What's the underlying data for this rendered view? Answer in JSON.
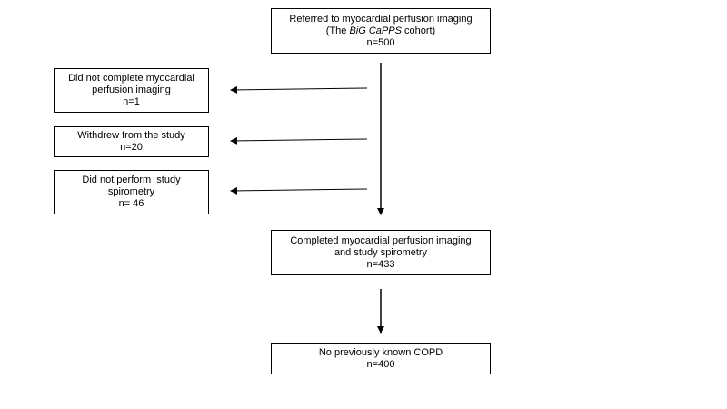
{
  "boxes": {
    "referred": {
      "line1": "Referred to myocardial perfusion imaging",
      "line2_prefix": "(The ",
      "line2_italic": "BiG CaPPS",
      "line2_suffix": " cohort)",
      "line3": "n=500"
    },
    "not_complete_mpi": {
      "line1": "Did not complete myocardial",
      "line2": "perfusion imaging",
      "line3": "n=1"
    },
    "withdrew": {
      "line1": "Withdrew from the study",
      "line2": "n=20"
    },
    "no_spirometry": {
      "line1": "Did not perform  study",
      "line2": "spirometry",
      "line3": "n= 46"
    },
    "completed": {
      "line1": "Completed myocardial perfusion imaging",
      "line2": "and study spirometry",
      "line3": "n=433"
    },
    "no_copd": {
      "line1": "No previously known COPD",
      "line2": "n=400"
    }
  }
}
